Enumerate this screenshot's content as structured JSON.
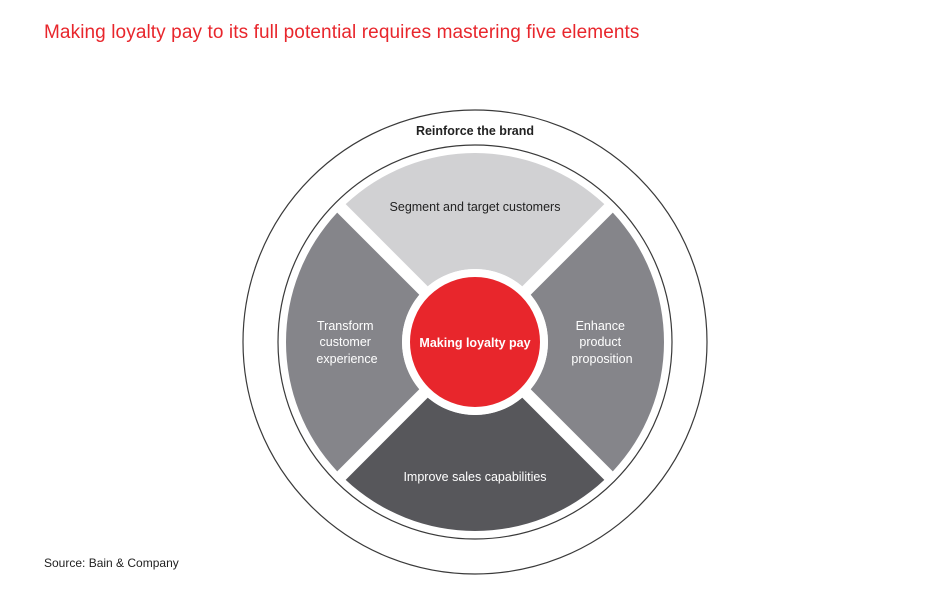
{
  "title": "Making loyalty pay to its full potential requires mastering five elements",
  "source": "Source: Bain & Company",
  "diagram": {
    "outer_ring_label": "Reinforce the brand",
    "center_label": "Making loyalty pay",
    "segments": {
      "top": {
        "label": "Segment and target customers",
        "color": "#d1d1d3",
        "text_color": "#222222"
      },
      "right": {
        "lines": [
          "Enhance",
          "product",
          "proposition"
        ],
        "color": "#85858a",
        "text_color": "#ffffff"
      },
      "bottom": {
        "label": "Improve sales capabilities",
        "color": "#57575b",
        "text_color": "#ffffff"
      },
      "left": {
        "lines": [
          "Transform",
          "customer",
          "experience"
        ],
        "color": "#85858a",
        "text_color": "#ffffff"
      }
    },
    "center_color": "#e8262c",
    "ring_color": "#3a3a3a"
  }
}
